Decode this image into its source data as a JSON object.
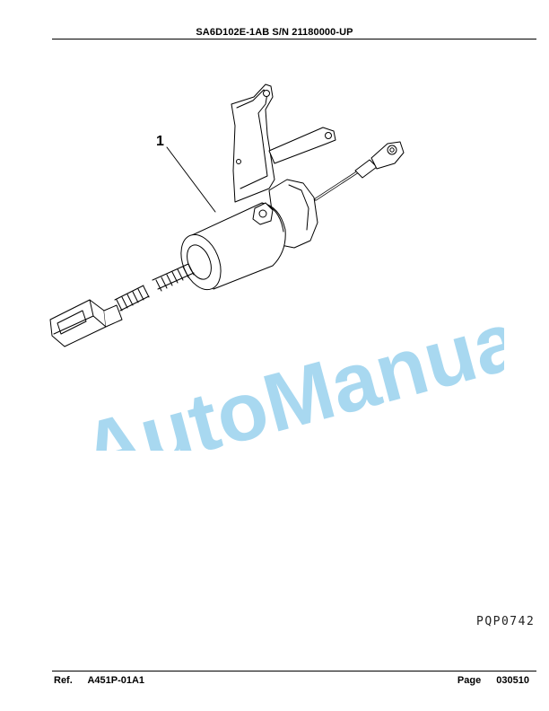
{
  "header": {
    "title": "SA6D102E-1AB S/N 21180000-UP"
  },
  "figure": {
    "callout": "1",
    "drawing_code": "PQP0742"
  },
  "watermark": {
    "text": "AutoManual",
    "color": "#a8d8f0"
  },
  "footer": {
    "ref_label": "Ref.",
    "ref_value": "A451P-01A1",
    "page_label": "Page",
    "page_value": "030510"
  }
}
